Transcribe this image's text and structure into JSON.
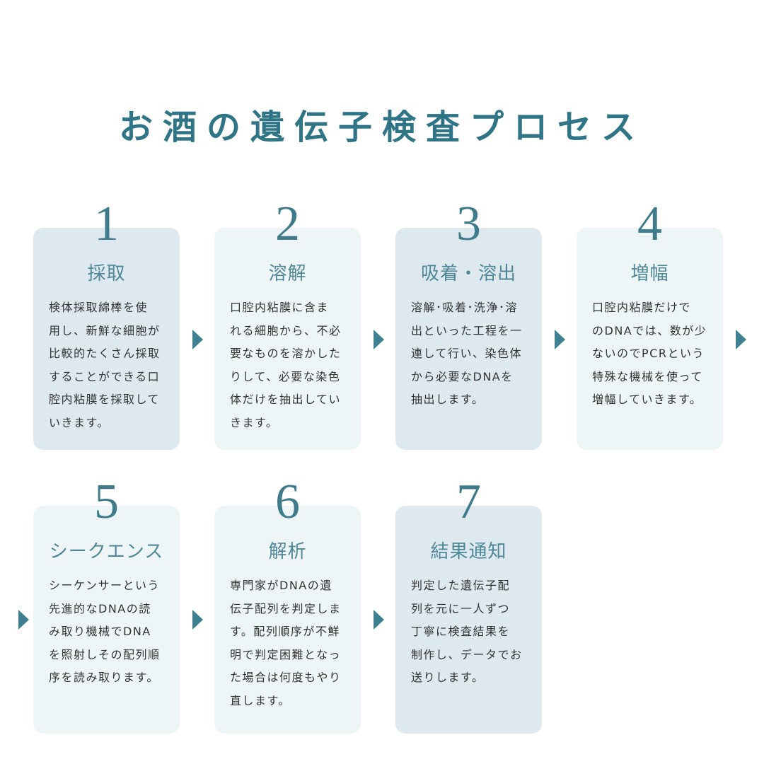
{
  "title": "お酒の遺伝子検査プロセス",
  "steps": [
    {
      "number": "1",
      "heading": "採取",
      "text": "検体採取綿棒を使\n用し、新鮮な細胞が\n比較的たくさん採取\nすることができる口\n腔内粘膜を採取して\nいきます。"
    },
    {
      "number": "2",
      "heading": "溶解",
      "text": "口腔内粘膜に含ま\nれる細胞から、不必\n要なものを溶かした\nりして、必要な染色\n体だけを抽出してい\nきます。"
    },
    {
      "number": "3",
      "heading": "吸着・溶出",
      "text": "溶解･吸着･洗浄･溶\n出といった工程を一\n連して行い、染色体\nから必要なDNAを\n抽出します。"
    },
    {
      "number": "4",
      "heading": "増幅",
      "text": "口腔内粘膜だけで\nのDNAでは、数が少\nないのでPCRという\n特殊な機械を使って\n増幅していきます。"
    },
    {
      "number": "5",
      "heading": "シークエンス",
      "text": "シーケンサーという\n先進的なDNAの読\nみ取り機械でDNA\nを照射しその配列順\n序を読み取ります。"
    },
    {
      "number": "6",
      "heading": "解析",
      "text": "専門家がDNAの遺\n伝子配列を判定しま\nす。配列順序が不鮮\n明で判定困難となっ\nた場合は何度もやり\n直します。"
    },
    {
      "number": "7",
      "heading": "結果通知",
      "text": "判定した遺伝子配\n列を元に一人ずつ\n丁寧に検査結果を\n制作し、データでお\n送りします。"
    }
  ],
  "colors": {
    "accent": "#2f7586",
    "arrow": "#3e7f91",
    "card_dark": "#dde9ef",
    "card_light": "#edf5f6"
  },
  "icons": {
    "arrow": "triangle-right-icon"
  }
}
